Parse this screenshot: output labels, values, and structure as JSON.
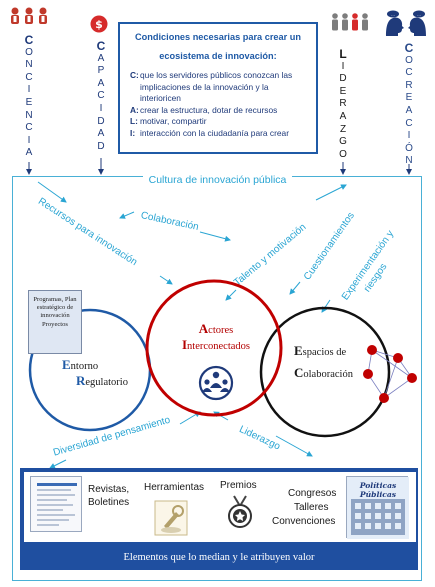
{
  "pillars": [
    {
      "letters": [
        "C",
        "O",
        "N",
        "C",
        "I",
        "E",
        "N",
        "C",
        "I",
        "A"
      ],
      "icon": "people-group-icon"
    },
    {
      "letters": [
        "C",
        "A",
        "P",
        "A",
        "C",
        "I",
        "D",
        "A",
        "D"
      ],
      "icon": "dollar-badge-icon"
    },
    {
      "letters": [
        "L",
        "I",
        "D",
        "E",
        "R",
        "A",
        "Z",
        "G",
        "O"
      ],
      "icon": "people-leader-icon"
    },
    {
      "letters": [
        "C",
        "O",
        "C",
        "R",
        "E",
        "A",
        "C",
        "I",
        "Ó",
        "N"
      ],
      "icon": "heads-chat-icon"
    }
  ],
  "conditions": {
    "title_line1": "Condiciones necesarias para crear un",
    "title_line2": "ecosistema de innovación:",
    "items": [
      {
        "key": "C:",
        "text": "que los servidores públicos conozcan las implicaciones de la innovación y la interioricen"
      },
      {
        "key": "A:",
        "text": "crear la estructura, dotar de recursos"
      },
      {
        "key": "L:",
        "text": "motivar, compartir"
      },
      {
        "key": "I:",
        "text": "interacción con la ciudadanía para crear"
      }
    ]
  },
  "main_title": "Cultura de innovación pública",
  "flows": {
    "recursos": "Recursos para innovación",
    "colaboracion": "Colaboración",
    "talento": "Talento y motivación",
    "cuestionamientos": "Cuestionamientos",
    "experimentacion_1": "Experimentación y",
    "experimentacion_2": "riesgos",
    "diversidad": "Diversidad de pensamiento",
    "liderazgo": "Liderazgo"
  },
  "doc": {
    "lines": "Programas, Plan estratégico de innovación Proyectos"
  },
  "circles": {
    "left": {
      "cap1": "E",
      "rest1": "ntorno",
      "cap2": "R",
      "rest2": "egulatorio"
    },
    "center": {
      "cap1": "A",
      "rest1": "ctores",
      "cap2": "I",
      "rest2": "nterconectados"
    },
    "right": {
      "cap1": "E",
      "rest1": "spacios de",
      "cap2": "C",
      "rest2": "olaboración"
    }
  },
  "band": {
    "revistas": "Revistas,",
    "boletines": "Boletines",
    "herramientas": "Herramientas",
    "premios": "Premios",
    "congresos": "Congresos",
    "talleres": "Talleres",
    "convenciones": "Convenciones",
    "politicas": "Políticas Públicas",
    "footer": "Elementos que lo median y le atribuyen valor"
  },
  "colors": {
    "accent_blue": "#1f5aa6",
    "cyan": "#2aa5d3",
    "red": "#c00000",
    "navy": "#1f4fa0"
  }
}
